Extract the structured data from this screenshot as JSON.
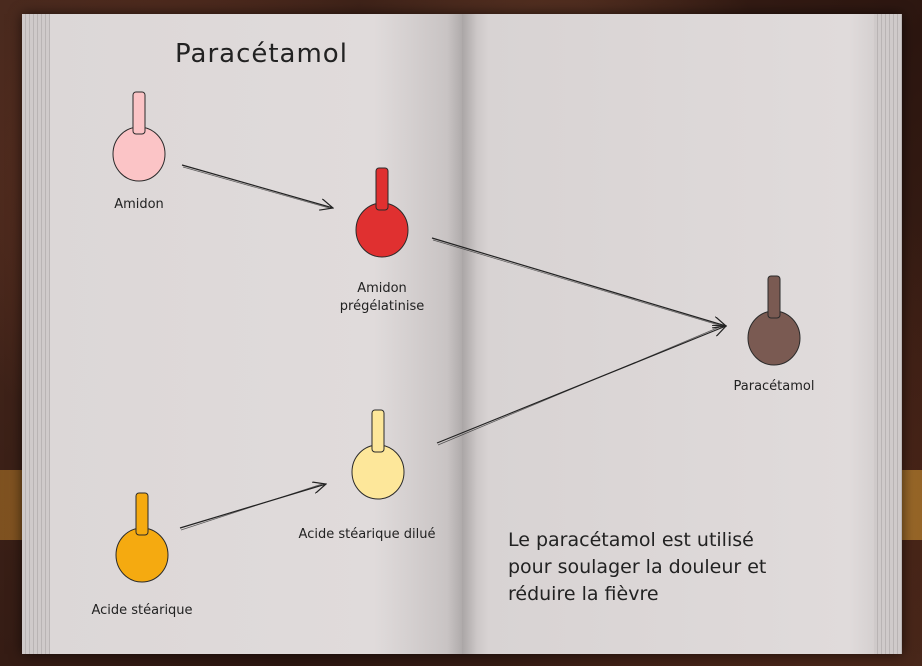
{
  "title": "Paracétamol",
  "nodes": [
    {
      "id": "amidon",
      "label_lines": [
        "Amidon"
      ],
      "color": "#fbc4c6"
    },
    {
      "id": "amidon_pregel",
      "label_lines": [
        "Amidon",
        "prégélatinise"
      ],
      "color": "#e03030"
    },
    {
      "id": "acide_stearique",
      "label_lines": [
        "Acide stéarique"
      ],
      "color": "#f5aa10"
    },
    {
      "id": "acide_stearique_dilue",
      "label_lines": [
        "Acide stéarique dilué"
      ],
      "color": "#fde79a"
    },
    {
      "id": "paracetamol",
      "label_lines": [
        "Paracétamol"
      ],
      "color": "#7a5a52"
    }
  ],
  "edges": [
    {
      "from": "amidon",
      "to": "amidon_pregel"
    },
    {
      "from": "acide_stearique",
      "to": "acide_stearique_dilue"
    },
    {
      "from": "amidon_pregel",
      "to": "paracetamol"
    },
    {
      "from": "acide_stearique_dilue",
      "to": "paracetamol"
    }
  ],
  "note_lines": [
    "Le paracétamol est utilisé",
    "pour soulager la douleur et",
    "réduire la fièvre"
  ]
}
